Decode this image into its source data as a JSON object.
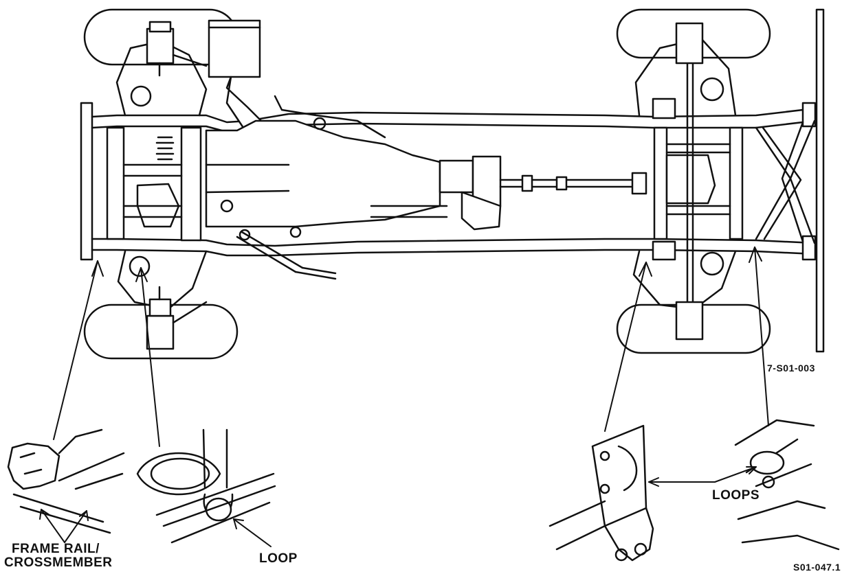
{
  "labels": {
    "frame_rail_line1": "FRAME RAIL/",
    "frame_rail_line2": "CROSSMEMBER",
    "loop": "LOOP",
    "loops": "LOOPS",
    "ref_top": "7-S01-003",
    "ref_bottom": "S01-047.1"
  },
  "colors": {
    "ink": "#111111",
    "paper": "#ffffff"
  }
}
